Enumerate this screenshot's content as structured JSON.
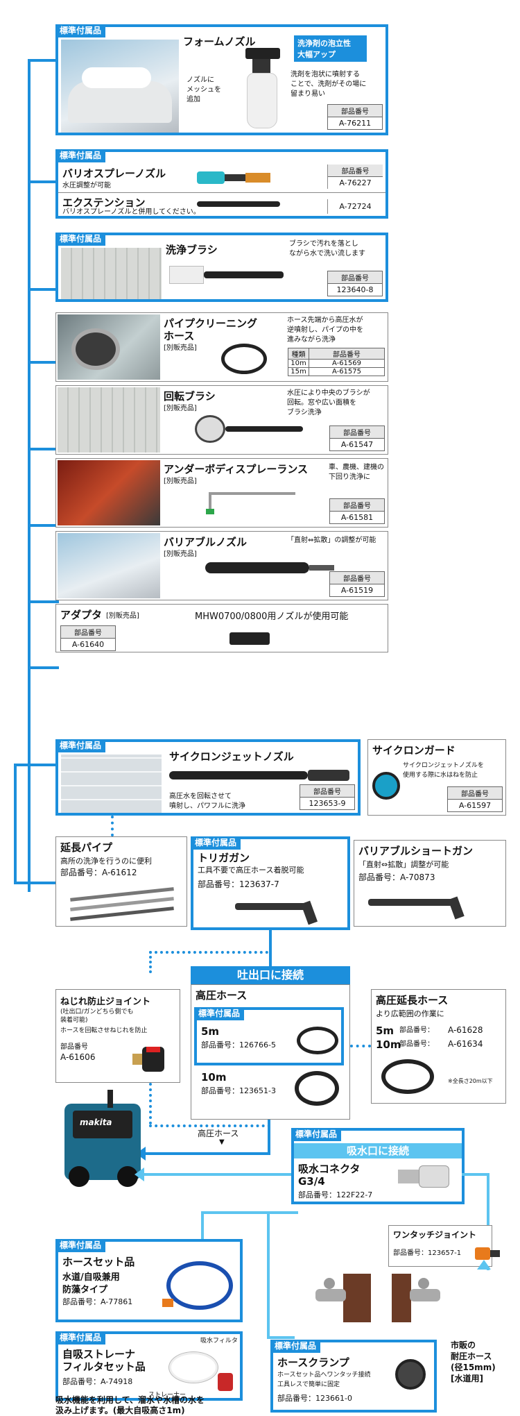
{
  "colors": {
    "accent": "#1c8fdc",
    "light_accent": "#5cc4f0",
    "tag_bg": "#1c8fdc"
  },
  "std_tag": "標準付属品",
  "foam": {
    "title": "フォームノズル",
    "badge": "洗浄剤の泡立性\n大幅アップ",
    "callout": "ノズルに\nメッシュを\n追加",
    "desc": "洗剤を泡状に噴射する\nことで、洗剤がその場に\n留まり易い",
    "pn_label": "部品番号",
    "pn": "A-76211"
  },
  "vario": {
    "title": "バリオスプレーノズル",
    "sub": "水圧調整が可能",
    "pn_label": "部品番号",
    "pn": "A-76227"
  },
  "ext": {
    "title": "エクステンション",
    "sub": "バリオスプレーノズルと併用してください。",
    "pn": "A-72724"
  },
  "brush": {
    "title": "洗浄ブラシ",
    "desc": "ブラシで汚れを落とし\nながら水で洗い流します",
    "pn_label": "部品番号",
    "pn": "123640-8"
  },
  "pipe": {
    "title": "パイプクリーニング\nホース",
    "sold": "[別販売品]",
    "desc": "ホース先端から高圧水が\n逆噴射し、パイプの中を\n進みながら洗浄",
    "col_type": "種類",
    "col_pn": "部品番号",
    "rows": [
      {
        "len": "10m",
        "pn": "A-61569"
      },
      {
        "len": "15m",
        "pn": "A-61575"
      }
    ]
  },
  "rotary": {
    "title": "回転ブラシ",
    "sold": "[別販売品]",
    "desc": "水圧により中央のブラシが\n回転。窓や広い面積を\nブラシ洗浄",
    "pn_label": "部品番号",
    "pn": "A-61547"
  },
  "under": {
    "title": "アンダーボディスプレーランス",
    "sold": "[別販売品]",
    "desc": "車、農機、建機の\n下回り洗浄に",
    "pn_label": "部品番号",
    "pn": "A-61581"
  },
  "variable": {
    "title": "バリアブルノズル",
    "sold": "[別販売品]",
    "desc": "「直射⇔拡散」の調整が可能",
    "pn_label": "部品番号",
    "pn": "A-61519"
  },
  "adapter": {
    "title": "アダプタ",
    "sold": "[別販売品]",
    "desc": "MHW0700/0800用ノズルが使用可能",
    "pn_label": "部品番号",
    "pn": "A-61640"
  },
  "cyclone": {
    "title": "サイクロンジェットノズル",
    "desc": "高圧水を回転させて\n噴射し、パワフルに洗浄",
    "pn_label": "部品番号",
    "pn": "123653-9"
  },
  "guard": {
    "title": "サイクロンガード",
    "desc": "サイクロンジェットノズルを\n使用する際に水はねを防止",
    "pn_label": "部品番号",
    "pn": "A-61597"
  },
  "pipe_ext": {
    "title": "延長パイプ",
    "desc": "高所の洗浄を行うのに便利",
    "pn": "部品番号：A-61612"
  },
  "trigger": {
    "title": "トリガガン",
    "desc": "工具不要で高圧ホース着脱可能",
    "pn": "部品番号：123637-7"
  },
  "short_gun": {
    "title": "バリアブルショートガン",
    "desc": "「直射⇔拡散」調整が可能",
    "pn": "部品番号：A-70873"
  },
  "outlet_banner": "吐出口に接続",
  "twist": {
    "title": "ねじれ防止ジョイント",
    "note": "(吐出口/ガンどちら側でも\n装着可能)",
    "desc": "ホースを回転させねじれを防止",
    "pn_label": "部品番号",
    "pn": "A-61606"
  },
  "hp_hose": {
    "title": "高圧ホース",
    "len5": "5m",
    "pn5": "部品番号：126766-5",
    "len10": "10m",
    "pn10": "部品番号：123651-3"
  },
  "hp_ext": {
    "title": "高圧延長ホース",
    "desc": "より広範囲の作業に",
    "len5": "5m",
    "pn5_label": "部品番号：",
    "pn5": "A-61628",
    "len10": "10m",
    "pn10_label": "部品番号：",
    "pn10": "A-61634",
    "note": "※全長さ20m以下"
  },
  "hp_label": "高圧ホース",
  "inlet_banner": "吸水口に接続",
  "conn": {
    "title": "吸水コネクタ\nG3/4",
    "pn": "部品番号：122F22-7"
  },
  "onetouch": {
    "title": "ワンタッチジョイント",
    "pn": "部品番号：123657-1"
  },
  "hoseset": {
    "title": "ホースセット品",
    "sub1": "水道/自吸兼用",
    "sub2": "防藻タイプ",
    "pn": "部品番号：A-77861"
  },
  "strainer": {
    "title": "自吸ストレーナ\nフィルタセット品",
    "pn": "部品番号：A-74918",
    "lbl_filter": "吸水フィルタ",
    "lbl_strainer": "ストレーナー"
  },
  "clamp": {
    "title": "ホースクランプ",
    "desc": "ホースセット品へワンタッチ接続\n工具レスで簡単に固定",
    "pn": "部品番号：123661-0"
  },
  "market": "市販の\n耐圧ホース\n(径15mm)\n[水道用]",
  "footer": "吸水機能を利用して、溜水や水槽の水を\n汲み上げます。(最大自吸高さ1m)",
  "brand": "makita"
}
